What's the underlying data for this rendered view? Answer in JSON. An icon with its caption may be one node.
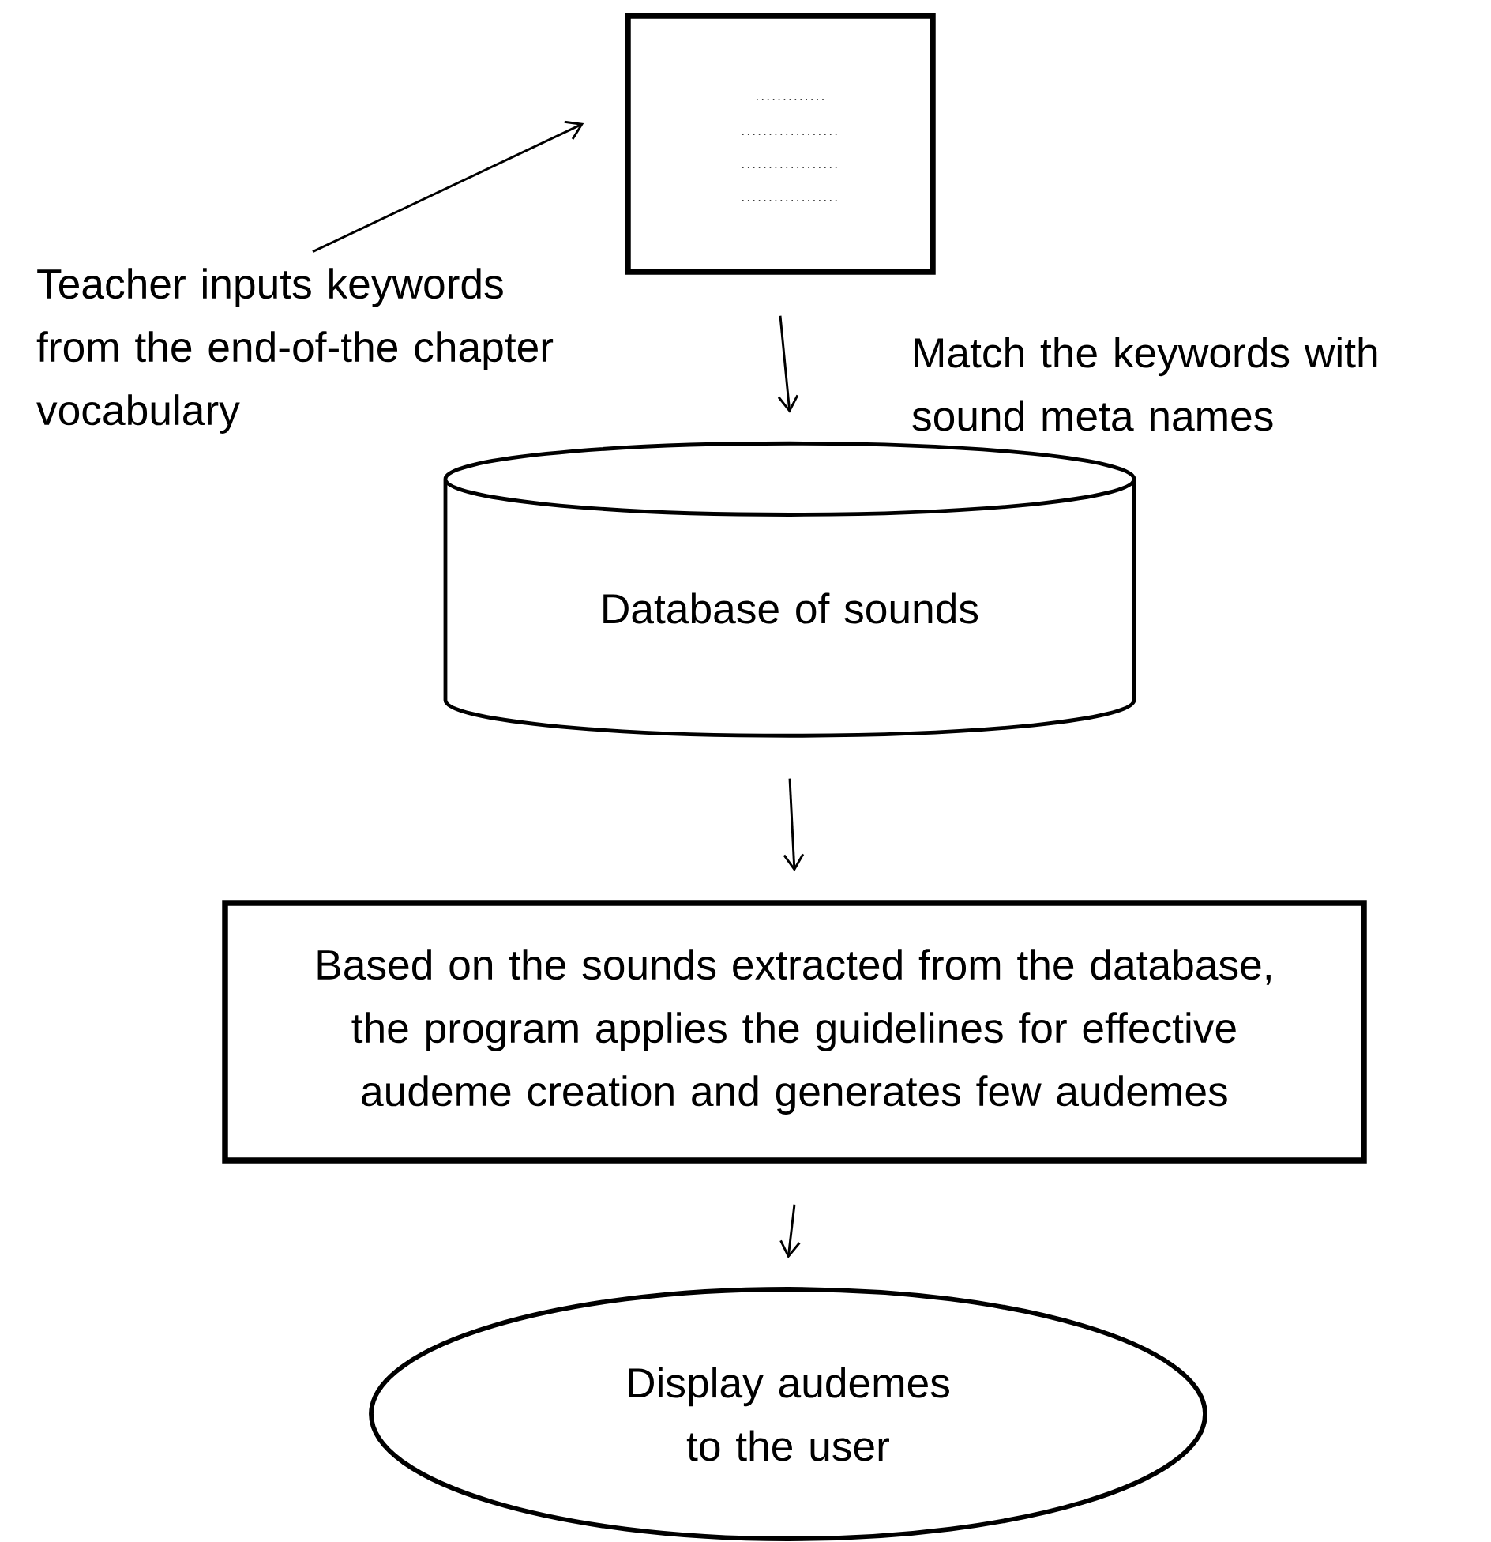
{
  "diagram": {
    "nodes": [
      {
        "text": [
          "Teacher inputs keywords from the end-of-the chapter vocabulary"
        ]
      },
      {
        "text": [],
        "shape": "box"
      },
      {
        "text": [
          "Database of sounds"
        ]
      },
      {
        "text": [
          "Based on the sounds extracted from the database, the program applies the guidelines for effective audeme creation and generates few audemes"
        ]
      },
      {
        "text": [
          "Display audemes to the user"
        ]
      }
    ],
    "edges": [
      {
        "from": 0,
        "to": 1,
        "arrow": "to"
      },
      {
        "from": 1,
        "to": 2,
        "arrow": "to",
        "label": "Match the keywords with sound meta names"
      },
      {
        "from": 2,
        "to": 3,
        "arrow": "to"
      },
      {
        "from": 3,
        "to": 4,
        "arrow": "to"
      }
    ]
  }
}
